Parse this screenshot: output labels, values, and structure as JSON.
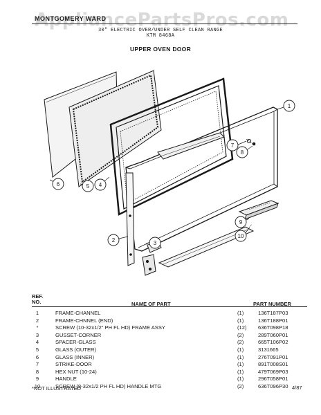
{
  "header": {
    "brand": "MONTGOMERY WARD",
    "watermark": "AppliancePartsPros.com",
    "subtitle_line1": "30\" ELECTRIC OVER/UNDER SELF CLEAN RANGE",
    "subtitle_line2": "KTM 8468A",
    "section_title": "UPPER OVEN DOOR"
  },
  "callouts": [
    "1",
    "2",
    "3",
    "4",
    "5",
    "6",
    "7",
    "8",
    "9",
    "10"
  ],
  "table": {
    "ref_header_1": "REF.",
    "ref_header_2": "NO.",
    "name_header": "NAME OF PART",
    "part_header": "PART NUMBER",
    "rows": [
      {
        "ref": "1",
        "name": "FRAME-CHANNEL",
        "qty": "(1)",
        "part": "136T187P03"
      },
      {
        "ref": "2",
        "name": "FRAME-CHNNEL (END)",
        "qty": "(1)",
        "part": "136T188P01"
      },
      {
        "ref": "*",
        "name": "SCREW (10-32x1/2\" PH FL HD) FRAME ASSY",
        "qty": "(12)",
        "part": "636T098P18"
      },
      {
        "ref": "3",
        "name": "GUSSET-CORNER",
        "qty": "(2)",
        "part": "289T060P01"
      },
      {
        "ref": "4",
        "name": "SPACER-GLASS",
        "qty": "(2)",
        "part": "665T106P02"
      },
      {
        "ref": "5",
        "name": "GLASS (OUTER)",
        "qty": "(1)",
        "part": "3131665"
      },
      {
        "ref": "6",
        "name": "GLASS (INNER)",
        "qty": "(1)",
        "part": "276T091P01"
      },
      {
        "ref": "7",
        "name": "STRIKE-DOOR",
        "qty": "(1)",
        "part": "891T008S01"
      },
      {
        "ref": "8",
        "name": "HEX NUT (10-24)",
        "qty": "(1)",
        "part": "479T069P03"
      },
      {
        "ref": "9",
        "name": "HANDLE",
        "qty": "(1)",
        "part": "296T058P01"
      },
      {
        "ref": "10",
        "name": "SCREW (8-32x1/2 PH FL HD) HANDLE MTG",
        "qty": "(2)",
        "part": "636T096P30"
      }
    ]
  },
  "footer": {
    "note": "*NOT ILLUSTRATED",
    "date": "4/87"
  }
}
